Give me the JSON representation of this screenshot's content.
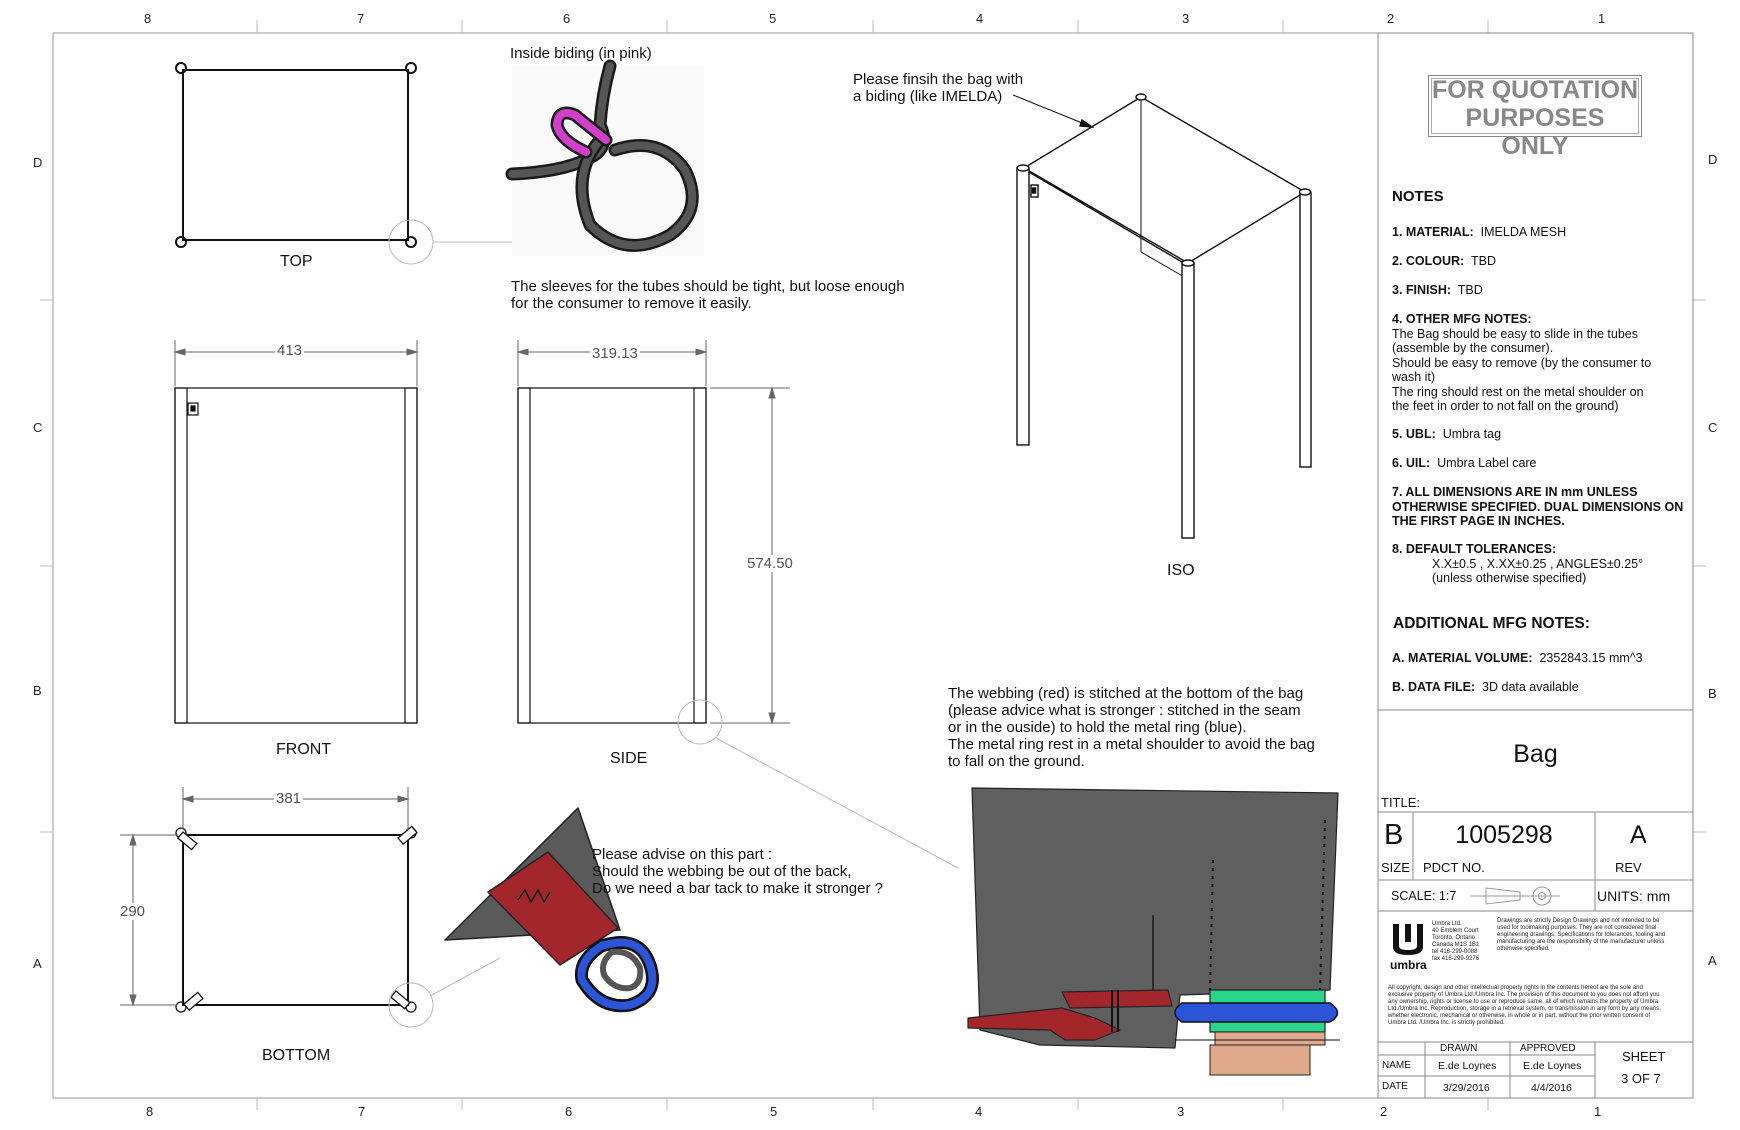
{
  "border_zones": {
    "columns": [
      "8",
      "7",
      "6",
      "5",
      "4",
      "3",
      "2",
      "1"
    ],
    "rows": [
      "D",
      "C",
      "B",
      "A"
    ]
  },
  "views": {
    "top_label": "TOP",
    "front_label": "FRONT",
    "side_label": "SIDE",
    "bottom_label": "BOTTOM",
    "iso_label": "ISO"
  },
  "dimensions": {
    "front_width": "413",
    "side_width": "319.13",
    "height": "574.50",
    "bottom_width": "381",
    "bottom_depth": "290"
  },
  "callouts": {
    "inside_binding": "Inside biding (in pink)",
    "sleeves_note": [
      "The sleeves for the tubes should be tight, but loose enough",
      "for the consumer to remove it easily."
    ],
    "finish_note": [
      "Please finsih the bag with",
      "a biding (like IMELDA)"
    ],
    "advise_note": [
      "Please advise on this part :",
      "Should the webbing be out of the back,",
      "Do we need a bar tack to make it stronger ?"
    ],
    "webbing_note": [
      "The webbing (red) is stitched at the bottom of the bag",
      "(please advice what is stronger : stitched in the seam",
      "or in the ouside) to hold the metal ring (blue).",
      "The metal ring rest in a metal shoulder to avoid the bag",
      "to fall on the ground."
    ]
  },
  "title_block": {
    "quote_stamp": [
      "FOR QUOTATION",
      "PURPOSES ONLY"
    ],
    "notes_heading": "NOTES",
    "notes": [
      {
        "label": "1. MATERIAL:",
        "value": "IMELDA MESH"
      },
      {
        "label": "2. COLOUR:",
        "value": "TBD"
      },
      {
        "label": "3. FINISH:",
        "value": "TBD"
      }
    ],
    "other_mfg_label": "4. OTHER MFG NOTES:",
    "other_mfg_lines": [
      "The Bag should be easy to slide in the tubes",
      "(assemble by the consumer).",
      "Should be easy to remove (by the consumer to",
      "wash it)",
      "The ring should rest on the metal shoulder on",
      "the feet in order to not fall on the ground)"
    ],
    "ubl_label": "5. UBL:",
    "ubl_value": "Umbra tag",
    "uil_label": "6. UIL:",
    "uil_value": "Umbra Label care",
    "dims_note": [
      "7. ALL DIMENSIONS ARE IN mm UNLESS",
      "OTHERWISE SPECIFIED.  DUAL DIMENSIONS ON",
      "THE FIRST PAGE IN INCHES."
    ],
    "tol_label": "8. DEFAULT TOLERANCES:",
    "tol_values": "X.X±0.5 ,  X.XX±0.25 ,  ANGLES±0.25°",
    "tol_sub": "(unless otherwise specified)",
    "additional_heading": "ADDITIONAL MFG NOTES:",
    "mat_vol_label": "A. MATERIAL VOLUME:",
    "mat_vol_value": "2352843.15 mm^3",
    "data_file_label": "B. DATA FILE:",
    "data_file_value": "3D data available",
    "part_title": "Bag",
    "title_label": "TITLE:",
    "size_value": "B",
    "size_label": "SIZE",
    "pdct_value": "1005298",
    "pdct_label": "PDCT  NO.",
    "rev_value": "A",
    "rev_label": "REV",
    "scale": "SCALE: 1:7",
    "units": "UNITS: mm",
    "company": {
      "brand": "umbra",
      "address": [
        "Umbra Ltd.",
        "40 Emblem Court",
        "Toronto, Ontario",
        "Canada M1S 1B1",
        "tel 416-299-0088",
        "fax 416-299-9276"
      ],
      "disclaimer": [
        "Drawings are strictly Design Drawings and not intended to be",
        "used for toolmaking purposes. They are not considered final",
        "engineering drawings. Specifications for tolerances, tooling and",
        "manufacturing are the responsibility of the manufacturer unless",
        "otherwise specified."
      ],
      "copyright": [
        "All copyright, design and other intellectual property rights in the contents hereof are the sole and",
        "exclusive property of Umbra Ltd./Umbra Inc. The provision of this document to you does not afford you",
        "any ownership, rights or license to use or reproduce same, all of which remains the property of Umbra",
        "Ltd./Umbra Inc. Reproduction, storage in a retrieval system, or transmission in any form by any means,",
        "whether electronic, mechanical or otherwise, in whole or in part, without the prior written consent of",
        "Umbra Ltd. /Umbra Inc. is strictly prohibited."
      ]
    },
    "drawn_label": "DRAWN",
    "approved_label": "APPROVED",
    "name_label": "NAME",
    "date_label": "DATE",
    "drawn_name": "E.de Loynes",
    "approved_name": "E.de Loynes",
    "drawn_date": "3/29/2016",
    "approved_date": "4/4/2016",
    "sheet_label": "SHEET",
    "sheet_value": "3 OF 7"
  },
  "colors": {
    "pink_binding": "#d23fc8",
    "webbing_red": "#a3262a",
    "ring_blue": "#2b54d6",
    "shoulder_green": "#2bd68a",
    "feet_tan": "#e0a98c",
    "mesh_gray": "#5f5f5f"
  }
}
